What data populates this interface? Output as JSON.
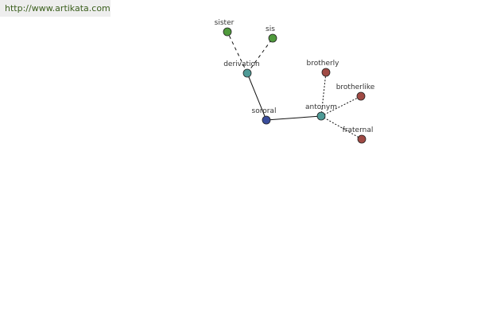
{
  "source_link": "http://www.artikata.com",
  "graph": {
    "center": "sororal",
    "nodes": [
      {
        "id": "sororal",
        "label": "sororal",
        "role": "center",
        "color": "#3a4d9c"
      },
      {
        "id": "derivation",
        "label": "derivation",
        "role": "relation",
        "color": "#4e9a96"
      },
      {
        "id": "antonym",
        "label": "antonym",
        "role": "relation",
        "color": "#4e9a96"
      },
      {
        "id": "sister",
        "label": "sister",
        "role": "term",
        "color": "#4f9a3c"
      },
      {
        "id": "sis",
        "label": "sis",
        "role": "term",
        "color": "#4f9a3c"
      },
      {
        "id": "brotherly",
        "label": "brotherly",
        "role": "term",
        "color": "#a04a44"
      },
      {
        "id": "brotherlike",
        "label": "brotherlike",
        "role": "term",
        "color": "#a04a44"
      },
      {
        "id": "fraternal",
        "label": "fraternal",
        "role": "term",
        "color": "#a04a44"
      }
    ],
    "edges": [
      {
        "from": "sororal",
        "to": "derivation",
        "style": "solid"
      },
      {
        "from": "sororal",
        "to": "antonym",
        "style": "solid"
      },
      {
        "from": "derivation",
        "to": "sister",
        "style": "dashed"
      },
      {
        "from": "derivation",
        "to": "sis",
        "style": "dashed"
      },
      {
        "from": "antonym",
        "to": "brotherly",
        "style": "dotted"
      },
      {
        "from": "antonym",
        "to": "brotherlike",
        "style": "dotted"
      },
      {
        "from": "antonym",
        "to": "fraternal",
        "style": "dotted"
      }
    ]
  }
}
